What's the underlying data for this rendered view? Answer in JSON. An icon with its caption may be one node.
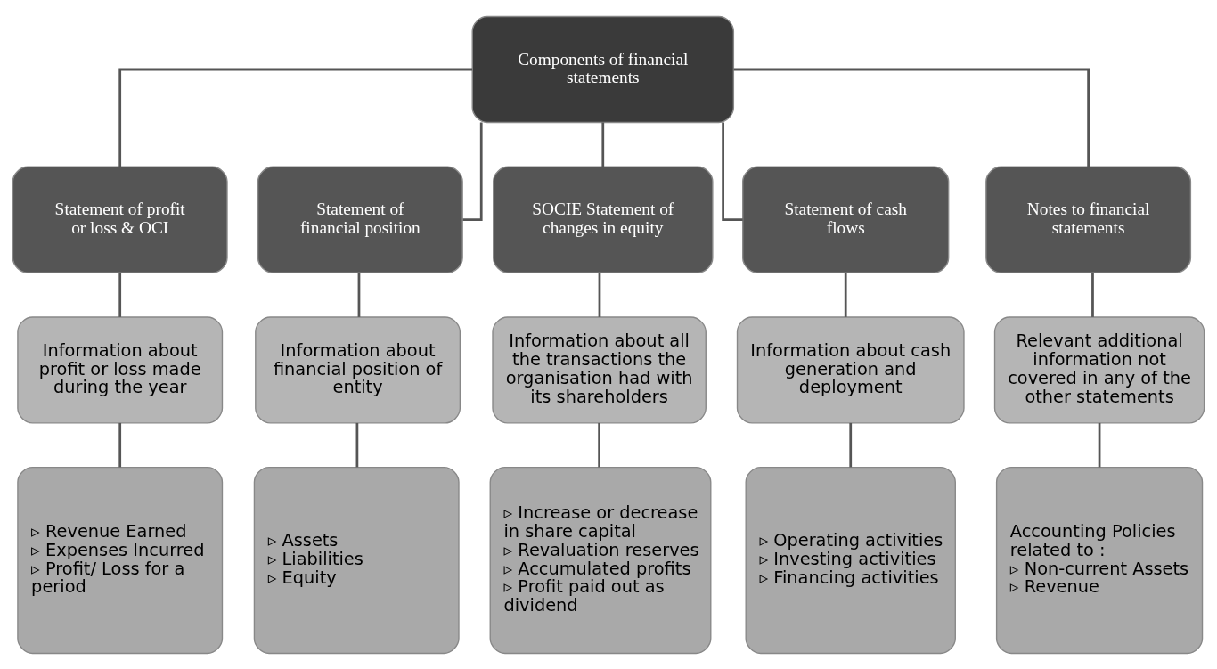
{
  "diagram": {
    "nodes": [
      {
        "text": [
          "Components of financial statements"
        ]
      },
      {
        "text": [
          "Statement of profit or loss & OCI"
        ]
      },
      {
        "text": [
          "Statement of financial position"
        ]
      },
      {
        "text": [
          "SOCIE Statement of changes in equity"
        ]
      },
      {
        "text": [
          "Statement of cash flows"
        ]
      },
      {
        "text": [
          "Notes to financial statements"
        ]
      },
      {
        "text": [
          "Information about profit or loss made during the year"
        ]
      },
      {
        "text": [
          "Information about financial position of entity"
        ]
      },
      {
        "text": [
          "Information about all the transactions the organisation had with its shareholders"
        ]
      },
      {
        "text": [
          "Information about cash generation and deployment"
        ]
      },
      {
        "text": [
          "Relevant additional information not covered in any of the other statements"
        ]
      },
      {
        "text": [
          "▹ Revenue Earned",
          "▹ Expenses Incurred",
          "▹ Profit/ Loss for a period"
        ]
      },
      {
        "text": [
          "▹ Assets",
          "▹ Liabilities",
          "▹ Equity"
        ]
      },
      {
        "text": [
          "▹ Increase or decrease in share capital",
          "▹ Revaluation reserves",
          "▹ Accumulated profits",
          "▹ Profit paid out as dividend"
        ]
      },
      {
        "text": [
          "▹ Operating activities",
          "▹ Investing activities",
          "▹ Financing activities"
        ]
      },
      {
        "text": [
          "Accounting Policies related to :",
          "▹ Non-current Assets",
          "▹ Revenue"
        ]
      }
    ],
    "edges": [
      {
        "from": 0,
        "to": 1,
        "arrow": "none"
      },
      {
        "from": 0,
        "to": 2,
        "arrow": "none"
      },
      {
        "from": 0,
        "to": 3,
        "arrow": "none"
      },
      {
        "from": 0,
        "to": 4,
        "arrow": "none"
      },
      {
        "from": 0,
        "to": 5,
        "arrow": "none"
      },
      {
        "from": 1,
        "to": 6,
        "arrow": "none"
      },
      {
        "from": 2,
        "to": 7,
        "arrow": "none"
      },
      {
        "from": 3,
        "to": 8,
        "arrow": "none"
      },
      {
        "from": 4,
        "to": 9,
        "arrow": "none"
      },
      {
        "from": 5,
        "to": 10,
        "arrow": "none"
      },
      {
        "from": 6,
        "to": 11,
        "arrow": "none"
      },
      {
        "from": 7,
        "to": 12,
        "arrow": "none"
      },
      {
        "from": 8,
        "to": 13,
        "arrow": "none"
      },
      {
        "from": 9,
        "to": 14,
        "arrow": "none"
      },
      {
        "from": 10,
        "to": 15,
        "arrow": "none"
      }
    ]
  }
}
